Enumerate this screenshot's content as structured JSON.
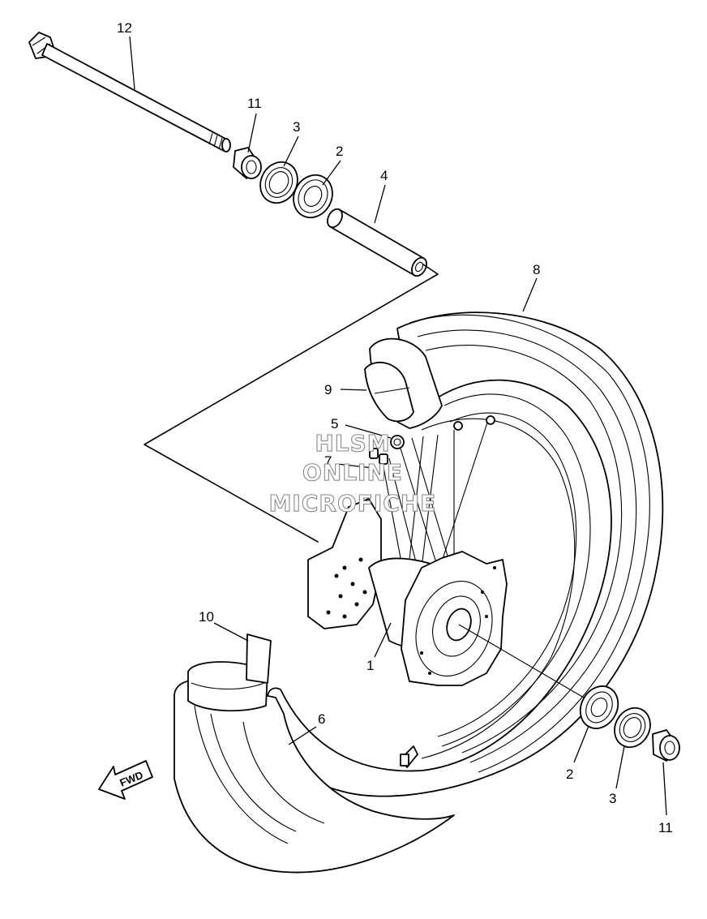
{
  "diagram": {
    "callouts": {
      "c1": "1",
      "c2a": "2",
      "c2b": "2",
      "c3a": "3",
      "c3b": "3",
      "c4": "4",
      "c5": "5",
      "c6": "6",
      "c7": "7",
      "c8": "8",
      "c9": "9",
      "c10": "10",
      "c11a": "11",
      "c11b": "11",
      "c12": "12"
    },
    "watermark": {
      "line1": "HLSM",
      "line2": "ONLINE",
      "line3": "MICROFICHE"
    },
    "direction_marker": "FWD"
  }
}
